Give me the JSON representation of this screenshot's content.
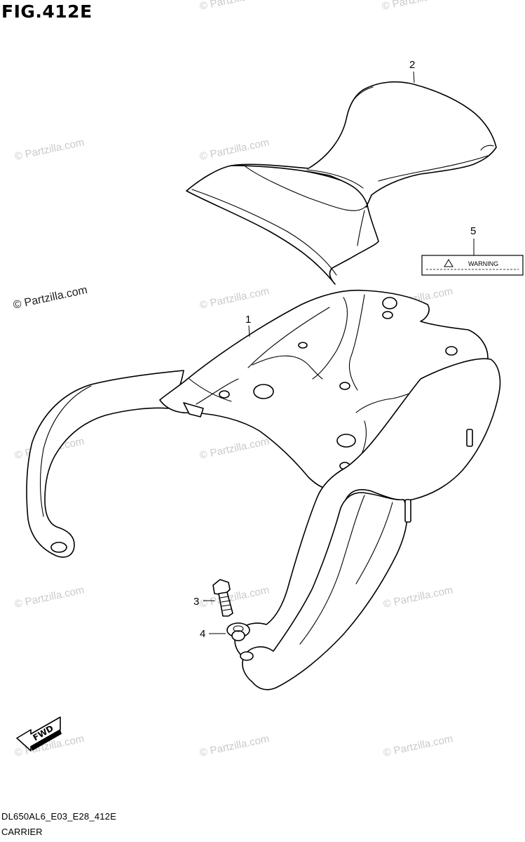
{
  "figure": {
    "title": "FIG.412E",
    "code": "DL650AL6_E03_E28_412E",
    "name": "CARRIER"
  },
  "callouts": [
    "1",
    "2",
    "3",
    "4",
    "5"
  ],
  "warning_label": {
    "icon": "warning-triangle-icon",
    "text": "WARNING"
  },
  "fwd_arrow": {
    "icon": "forward-arrow-icon",
    "text": "FWD"
  },
  "watermark": "© Partzilla.com"
}
